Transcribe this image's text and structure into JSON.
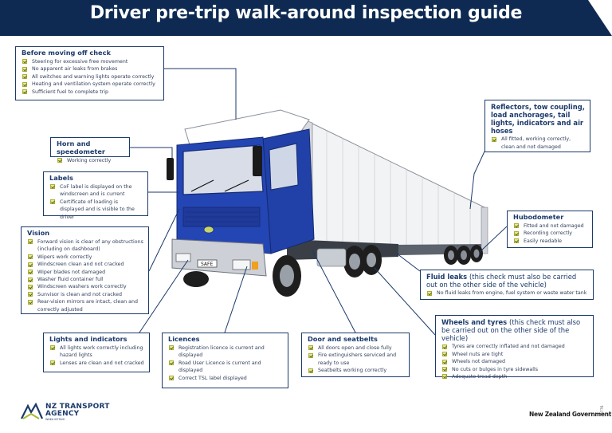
{
  "header": {
    "title": "Driver pre-trip walk-around inspection guide"
  },
  "colors": {
    "navy": "#0e2a52",
    "truck_blue": "#1f3fa8",
    "check_fill": "#e5e8a0"
  },
  "sections": {
    "before": {
      "title": "Before moving off check",
      "items": [
        "Steering for excessive free movement",
        "No apparent air leaks from brakes",
        "All switches and warning lights operate correctly",
        "Heating and ventilation system operate correctly",
        "Sufficient fuel to complete trip"
      ]
    },
    "horn": {
      "title": "Horn and speedometer",
      "items": [
        "Working correctly"
      ]
    },
    "labels": {
      "title": "Labels",
      "items": [
        "CoF label is displayed on the windscreen and is current",
        "Certificate of loading is displayed and is visible to the driver"
      ]
    },
    "vision": {
      "title": "Vision",
      "items": [
        "Forward vision is clear of any obstructions (including on dashboard)",
        "Wipers work correctly",
        "Windscreen clean and not cracked",
        "Wiper blades not damaged",
        "Washer fluid container full",
        "Windscreen washers work correctly",
        "Sunvisor is clean and not cracked",
        "Rear-vision mirrors are intact, clean and correctly adjusted"
      ]
    },
    "lights": {
      "title": "Lights and indicators",
      "items": [
        "All lights work correctly including hazard lights",
        "Lenses are clean and not cracked"
      ]
    },
    "licences": {
      "title": "Licences",
      "items": [
        "Registration licence is current and displayed",
        "Road User Licence is current and displayed",
        "Correct TSL label displayed"
      ]
    },
    "door": {
      "title": "Door and seatbelts",
      "items": [
        "All doors open and close fully",
        "Fire extinguishers serviced and ready to use",
        "Seatbelts working correctly"
      ]
    },
    "reflectors": {
      "title": "Reflectors, tow coupling, load anchorages, tail lights, indicators and air hoses",
      "items": [
        "All fitted, working correctly, clean and not damaged"
      ]
    },
    "hubodometer": {
      "title": "Hubodometer",
      "items": [
        "Fitted and not damaged",
        "Recording correctly",
        "Easily readable"
      ]
    },
    "fluid": {
      "title": "Fluid leaks",
      "note": "(this check must also be carried out on the other side of the vehicle)",
      "items": [
        "No fluid leaks from engine, fuel system or waste water tank"
      ]
    },
    "wheels": {
      "title": "Wheels and tyres",
      "note": "(this check must also be carried out on the other side of the vehicle)",
      "items": [
        "Tyres are correctly inflated and not damaged",
        "Wheel nuts are tight",
        "Wheels not damaged",
        "No cuts or bulges in tyre sidewalls",
        "Adequate tread depth"
      ]
    }
  },
  "truck": {
    "plate": "SAFE"
  },
  "footer": {
    "logo_line1": "NZ TRANSPORT",
    "logo_line2": "AGENCY",
    "logo_line3": "WAKA KOTAHI",
    "government": "New Zealand Government",
    "code": "0776"
  }
}
